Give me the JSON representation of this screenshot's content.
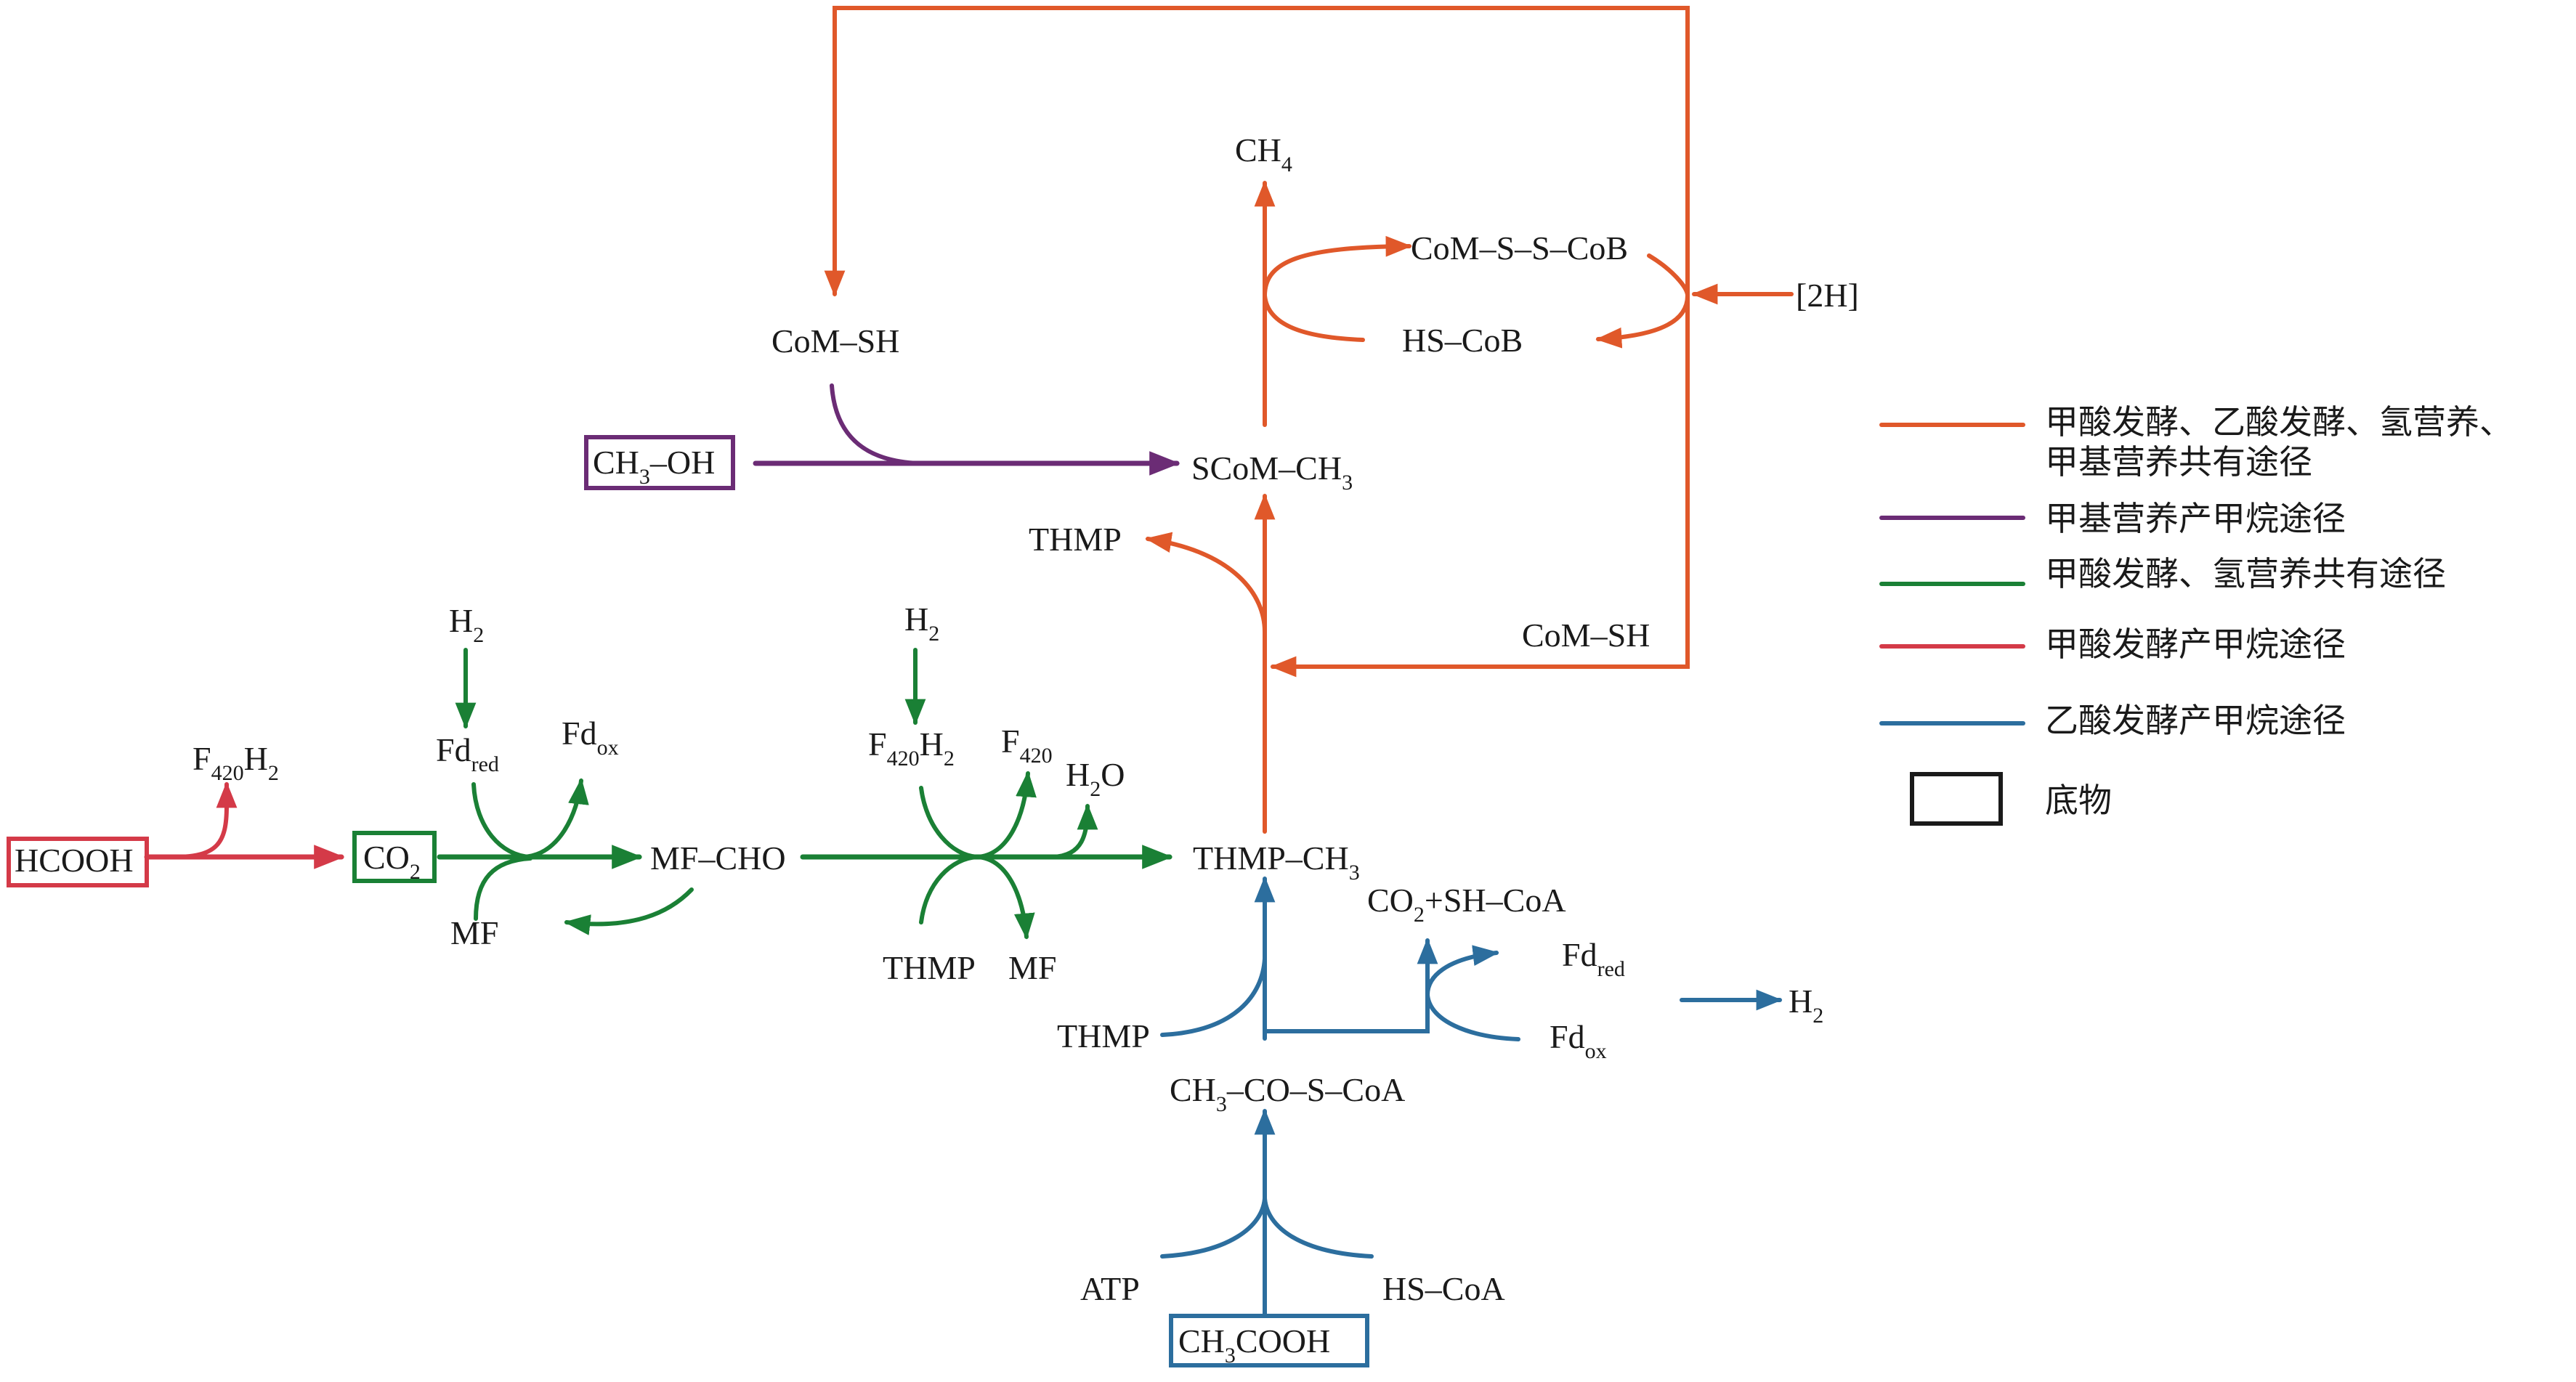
{
  "colors": {
    "shared_all": "#e0582a",
    "methylotrophic": "#6b2c75",
    "formate_hydrogenotrophic": "#1a8035",
    "formate": "#d43a48",
    "acetate": "#2c6e9e",
    "substrate_box": "#1a1a1a"
  },
  "compounds": {
    "com_sh_top": "CoM–SH",
    "ch4": {
      "main": "CH",
      "sub": "4"
    },
    "com_s_s_cob": "CoM–S–S–CoB",
    "hs_cob": "HS–CoB",
    "two_h": "[2H]",
    "ch3_oh": {
      "a": "CH",
      "sub": "3",
      "b": "–OH"
    },
    "scom_ch3": {
      "main": "SCoM–CH",
      "sub": "3"
    },
    "thmp_orange": "THMP",
    "com_sh_right": "CoM–SH",
    "h2_left": {
      "main": "H",
      "sub": "2"
    },
    "h2_mid": {
      "main": "H",
      "sub": "2"
    },
    "fd_red_green": {
      "main": "Fd",
      "sub": "red"
    },
    "fd_ox_green": {
      "main": "Fd",
      "sub": "ox"
    },
    "f420h2_red": {
      "a": "F",
      "sub1": "420",
      "b": "H",
      "sub2": "2"
    },
    "hcooh": "HCOOH",
    "co2": {
      "main": "CO",
      "sub": "2"
    },
    "mf_cho": "MF–CHO",
    "mf_left": "MF",
    "f420h2_green": {
      "a": "F",
      "sub1": "420",
      "b": "H",
      "sub2": "2"
    },
    "f420_green": {
      "main": "F",
      "sub": "420"
    },
    "h2o": {
      "a": "H",
      "sub": "2",
      "b": "O"
    },
    "thmp_green": "THMP",
    "mf_mid": "MF",
    "thmp_ch3": {
      "main": "THMP–CH",
      "sub": "3"
    },
    "co2_shcoa": {
      "a": "CO",
      "sub": "2",
      "b": "+SH–CoA"
    },
    "fd_red_blue": {
      "main": "Fd",
      "sub": "red"
    },
    "fd_ox_blue": {
      "main": "Fd",
      "sub": "ox"
    },
    "h2_blue": {
      "main": "H",
      "sub": "2"
    },
    "thmp_blue": "THMP",
    "acetyl_coa": {
      "a": "CH",
      "sub": "3",
      "b": "–CO–S–CoA"
    },
    "atp": "ATP",
    "hs_coa": "HS–CoA",
    "ch3cooh": {
      "a": "CH",
      "sub": "3",
      "b": "COOH"
    }
  },
  "legend": {
    "items": [
      {
        "label_line1": "甲酸发酵、乙酸发酵、氢营养、",
        "label_line2": "甲基营养共有途径",
        "color": "#e0582a"
      },
      {
        "label_line1": "甲基营养产甲烷途径",
        "color": "#6b2c75"
      },
      {
        "label_line1": "甲酸发酵、氢营养共有途径",
        "color": "#1a8035"
      },
      {
        "label_line1": "甲酸发酵产甲烷途径",
        "color": "#d43a48"
      },
      {
        "label_line1": "乙酸发酵产甲烷途径",
        "color": "#2c6e9e"
      }
    ],
    "substrate_label": "底物"
  }
}
